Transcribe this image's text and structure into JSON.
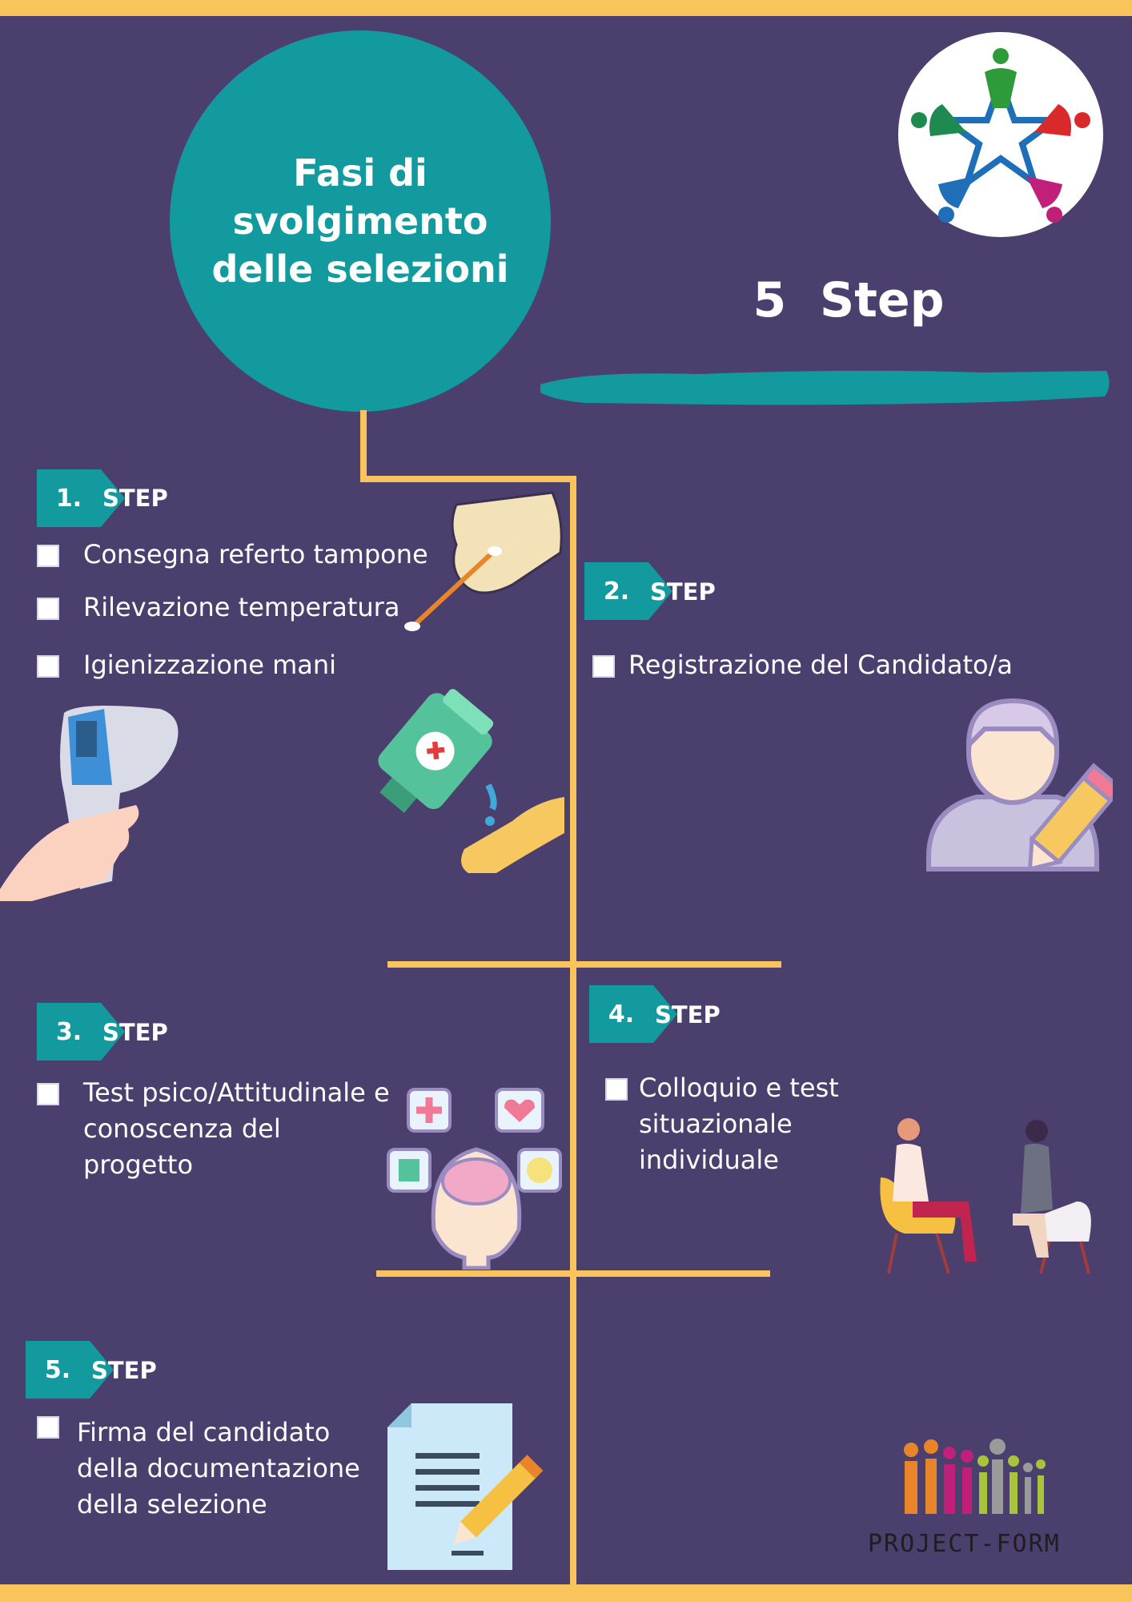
{
  "title": "Fasi di svolgimento delle selezioni",
  "subtitle": "5  Step",
  "steps": [
    {
      "number": "1.",
      "label": "STEP",
      "items": [
        "Consegna referto tampone",
        "Rilevazione temperatura",
        "Igienizzazione mani"
      ]
    },
    {
      "number": "2.",
      "label": "STEP",
      "items": [
        "Registrazione del Candidato/a"
      ]
    },
    {
      "number": "3.",
      "label": "STEP",
      "items": [
        "Test psico/Attitudinale e conoscenza del progetto"
      ]
    },
    {
      "number": "4.",
      "label": "STEP",
      "items": [
        "Colloquio e test situazionale individuale"
      ]
    },
    {
      "number": "5.",
      "label": "STEP",
      "items": [
        "Firma del candidato della documentazione della selezione"
      ]
    }
  ],
  "footer_brand": "PROJECT-FORM",
  "colors": {
    "background": "#4b3f6e",
    "accent": "#f9c45b",
    "teal": "#139a9e"
  },
  "icons": [
    "swab-hand-icon",
    "thermometer-gun-icon",
    "sanitizer-icon",
    "user-edit-icon",
    "brain-icon",
    "interview-icon",
    "document-sign-icon",
    "servizio-civile-logo-icon",
    "project-form-logo-icon"
  ]
}
